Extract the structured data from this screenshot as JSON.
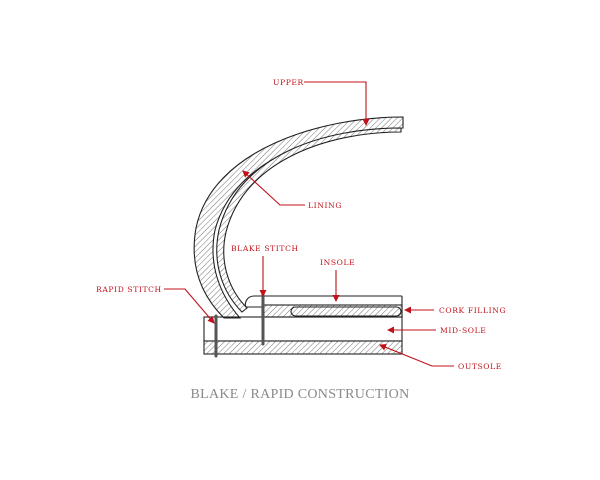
{
  "colors": {
    "label": "#c0111a",
    "arrow": "#c0111a",
    "outline": "#222222",
    "hatch": "#666666",
    "stitch": "#555555",
    "caption": "#8a8a8a"
  },
  "labels": {
    "upper": "UPPER",
    "lining": "LINING",
    "blake_stitch": "BLAKE STITCH",
    "insole": "INSOLE",
    "rapid_stitch": "RAPID STITCH",
    "cork_filling": "CORK FILLING",
    "mid_sole": "MID-SOLE",
    "outsole": "OUTSOLE"
  },
  "caption": "BLAKE / RAPID CONSTRUCTION"
}
